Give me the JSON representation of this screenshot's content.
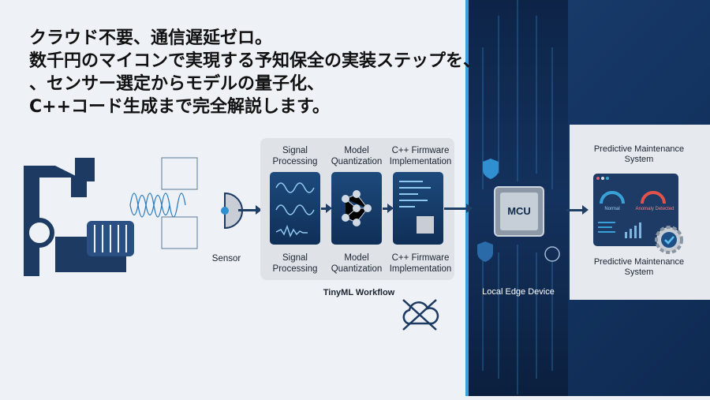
{
  "headline": [
    "クラウド不要、通信遅延ゼロ。",
    "数千円のマイコンで実現する予知保全の実装ステップを、",
    "、センサー選定からモデルの量子化、",
    "C++コード生成まで完全解説します。"
  ],
  "sensor": {
    "label": "Sensor"
  },
  "workflow": {
    "title": "TinyML Workflow",
    "steps": [
      {
        "top": "Signal Processing",
        "bottom": "Signal Processing"
      },
      {
        "top": "Model Quantization",
        "bottom": "Model Quantization"
      },
      {
        "top": "C++ Firmware Implementation",
        "bottom": "C++ Firmware Implementation"
      }
    ]
  },
  "edge": {
    "chip": "MCU",
    "label": "Local Edge Device"
  },
  "dashboard": {
    "title": "Predictive Maintenance System",
    "caption": "Predictive Maintenance System",
    "gauge_normal": "Normal",
    "gauge_anomaly": "Anomaly Detected"
  },
  "colors": {
    "navy": "#0d2447",
    "accent": "#3aa0d8",
    "anomaly": "#e0524a"
  }
}
